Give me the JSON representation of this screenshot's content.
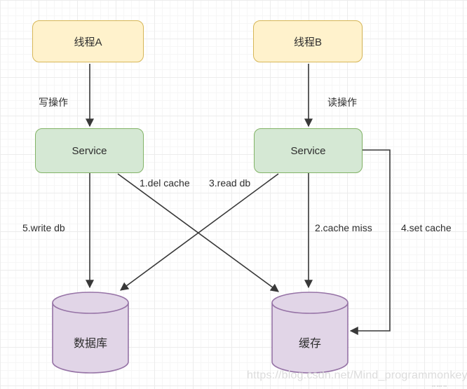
{
  "diagram": {
    "nodes": {
      "thread_a": {
        "label": "线程A",
        "type": "rounded-rect",
        "fill": "#fff2cc",
        "stroke": "#d6b656"
      },
      "thread_b": {
        "label": "线程B",
        "type": "rounded-rect",
        "fill": "#fff2cc",
        "stroke": "#d6b656"
      },
      "service_left": {
        "label": "Service",
        "type": "rounded-rect",
        "fill": "#d5e8d4",
        "stroke": "#82b366"
      },
      "service_right": {
        "label": "Service",
        "type": "rounded-rect",
        "fill": "#d5e8d4",
        "stroke": "#82b366"
      },
      "database": {
        "label": "数据库",
        "type": "cylinder",
        "fill": "#e1d5e7",
        "stroke": "#9673a6"
      },
      "cache": {
        "label": "缓存",
        "type": "cylinder",
        "fill": "#e1d5e7",
        "stroke": "#9673a6"
      }
    },
    "edges": {
      "write_op": {
        "label": "写操作",
        "from": "thread_a",
        "to": "service_left"
      },
      "read_op": {
        "label": "读操作",
        "from": "thread_b",
        "to": "service_right"
      },
      "del_cache": {
        "label": "1.del cache",
        "from": "service_left",
        "to": "cache"
      },
      "cache_miss": {
        "label": "2.cache miss",
        "from": "service_right",
        "to": "cache"
      },
      "read_db": {
        "label": "3.read db",
        "from": "service_right",
        "to": "database"
      },
      "set_cache": {
        "label": "4.set cache",
        "from": "service_right",
        "to": "cache"
      },
      "write_db": {
        "label": "5.write db",
        "from": "service_left",
        "to": "database"
      }
    },
    "colors": {
      "arrow": "#383838",
      "grid_minor": "#f6f6f6",
      "grid_major": "#ececec",
      "watermark": "#dcdcdc"
    },
    "watermark": "https://blog.csdn.net/Mind_programmonkey"
  }
}
